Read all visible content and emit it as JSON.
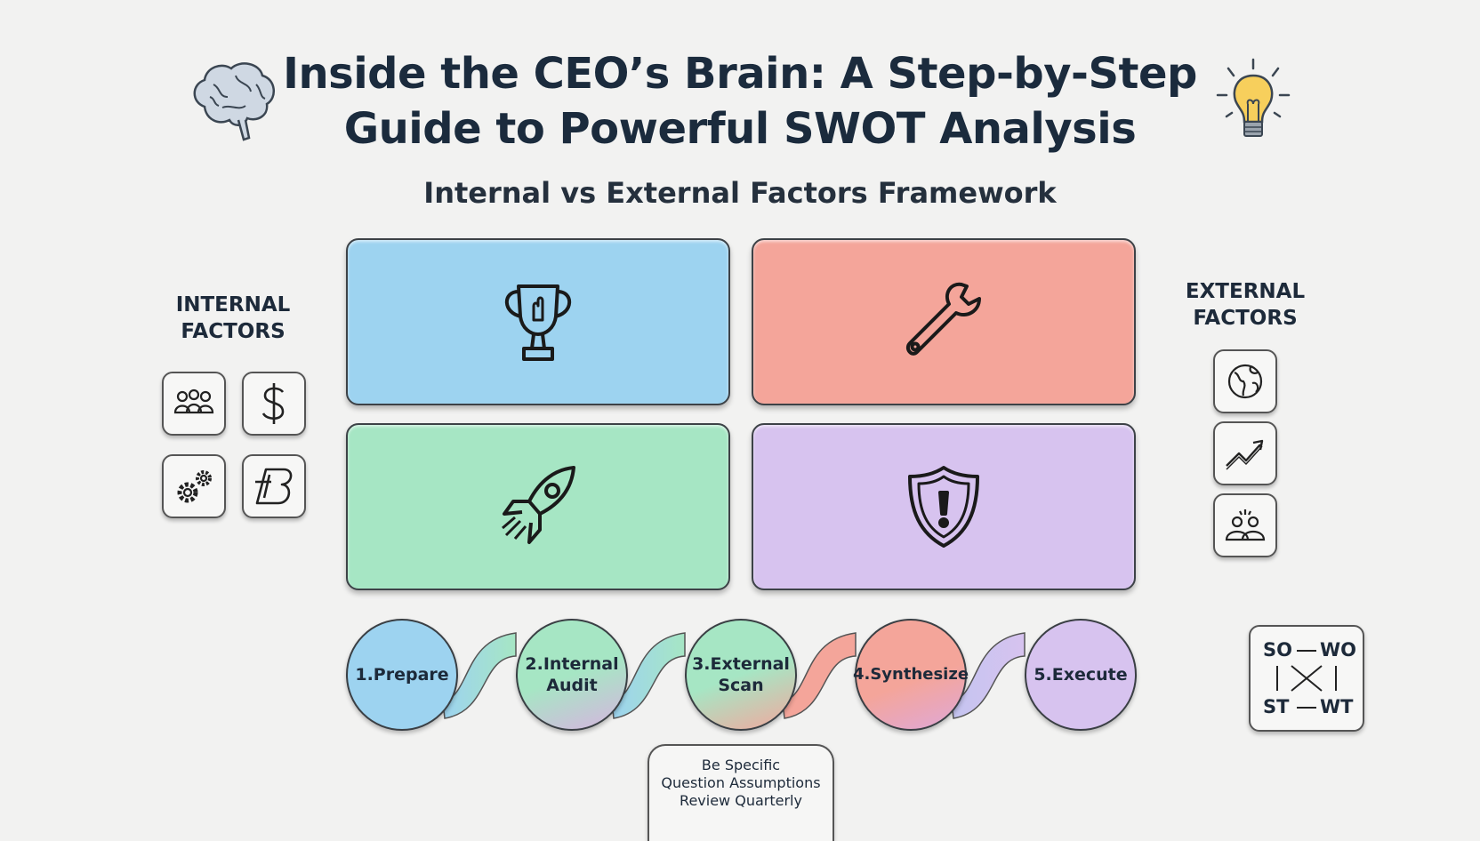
{
  "header": {
    "title_line1": "Inside the CEO’s Brain: A Step-by-Step",
    "title_line2": "Guide to Powerful SWOT Analysis",
    "subtitle": "Internal vs External Factors Framework",
    "left_icon": "brain-icon",
    "right_icon": "lightbulb-icon"
  },
  "quadrants": [
    {
      "icon": "trophy-icon",
      "color": "#9dd3f0"
    },
    {
      "icon": "wrench-icon",
      "color": "#f4a59a"
    },
    {
      "icon": "rocket-icon",
      "color": "#a6e6c4"
    },
    {
      "icon": "shield-alert-icon",
      "color": "#d7c3ef"
    }
  ],
  "internal": {
    "label_line1": "INTERNAL",
    "label_line2": "FACTORS",
    "icons": [
      "people-icon",
      "dollar-icon",
      "gears-icon",
      "brand-b-icon"
    ]
  },
  "external": {
    "label_line1": "EXTERNAL",
    "label_line2": "FACTORS",
    "icons": [
      "globe-icon",
      "trend-up-icon",
      "competitors-icon"
    ]
  },
  "steps": [
    {
      "line1": "1.Prepare",
      "line2": "",
      "color": "#9dd3f0"
    },
    {
      "line1": "2.Internal",
      "line2": "Audit",
      "color": "#a6e6c4"
    },
    {
      "line1": "3.External",
      "line2": "Scan",
      "color": "#a6e6c4"
    },
    {
      "line1": "4.Synthesize",
      "line2": "",
      "color": "#f4a59a"
    },
    {
      "line1": "5.Execute",
      "line2": "",
      "color": "#d7c3ef"
    }
  ],
  "tips": [
    "Be Specific",
    "Question Assumptions",
    "Review Quarterly"
  ],
  "matrix": {
    "so": "SO",
    "wo": "WO",
    "st": "ST",
    "wt": "WT"
  }
}
